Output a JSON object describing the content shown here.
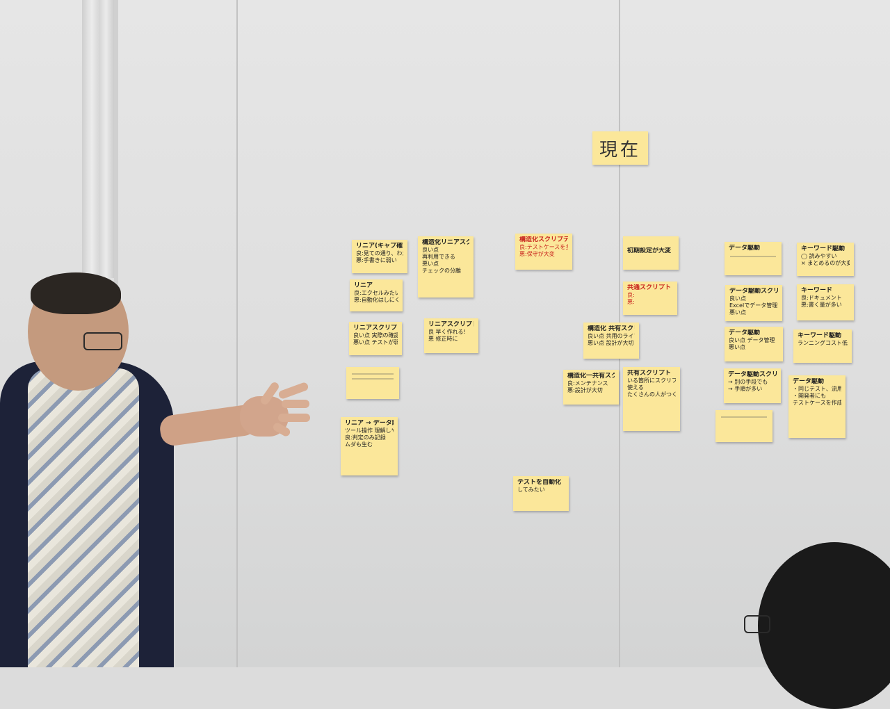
{
  "heading": "現在",
  "notes": [
    {
      "title": "リニア(キャプ確)",
      "lines": [
        "良:見ての通り、わかりやすい",
        "悪:手書きに弱い"
      ]
    },
    {
      "title": "リニア",
      "lines": [
        "良:エクセルみたいに楽",
        "悪:自動化はしにくい"
      ]
    },
    {
      "title": "リニアスクリプト",
      "lines": [
        "良い点 実際の確認を",
        "悪い点 テストが弱い"
      ]
    },
    {
      "title": "",
      "lines": []
    },
    {
      "title": "リニア → データ駆動",
      "lines": [
        "ツール操作 理解しやすい",
        "良:判定のみ記録",
        "ムダも生む"
      ]
    },
    {
      "title": "構造化リニアスクリプト",
      "lines": [
        "良い点",
        "再利用できる",
        "悪い点",
        "チェックの分離"
      ]
    },
    {
      "title": "リニアスクリプト",
      "lines": [
        "良 早く作れる!",
        "悪 修正時に"
      ]
    },
    {
      "title": "構造化スクリプティング",
      "lines": [
        "良:テストケースを多く作れる",
        "悪:保守が大変"
      ]
    },
    {
      "title": "構造化 共有スクリプティング",
      "lines": [
        "良い点 共用のライブラリ",
        "悪い点 設計が大切"
      ]
    },
    {
      "title": "構造化一共有スクリプト",
      "lines": [
        "良:メンテナンス",
        "悪:設計が大切"
      ]
    },
    {
      "title": "テストを自動化",
      "lines": [
        "してみたい"
      ]
    },
    {
      "title": "初期設定が大変",
      "lines": []
    },
    {
      "title": "共通スクリプト",
      "lines": [
        "良:",
        "悪:"
      ]
    },
    {
      "title": "共有スクリプト",
      "lines": [
        "いる箇所にスクリプトを",
        "使える",
        "たくさんの人がつくる"
      ]
    },
    {
      "title": "データ駆動",
      "lines": []
    },
    {
      "title": "データ駆動スクリプト",
      "lines": [
        "良い点",
        "Excelでデータ管理",
        "悪い点"
      ]
    },
    {
      "title": "データ駆動",
      "lines": [
        "良い点 データ管理",
        "悪い点"
      ]
    },
    {
      "title": "データ駆動スクリプト",
      "lines": [
        "→ 別の手段でも",
        "→ 手順が多い"
      ]
    },
    {
      "title": "",
      "lines": []
    },
    {
      "title": "キーワード駆動",
      "lines": [
        "◯ 読みやすい",
        "× まとめるのが大変"
      ]
    },
    {
      "title": "キーワード",
      "lines": [
        "良:ドキュメント",
        "悪:書く量が多い"
      ]
    },
    {
      "title": "キーワード駆動",
      "lines": [
        "ランニングコスト低"
      ]
    },
    {
      "title": "データ駆動",
      "lines": [
        "・同じテスト、流用する",
        "・開発者にも",
        "テストケースを作成"
      ]
    }
  ]
}
